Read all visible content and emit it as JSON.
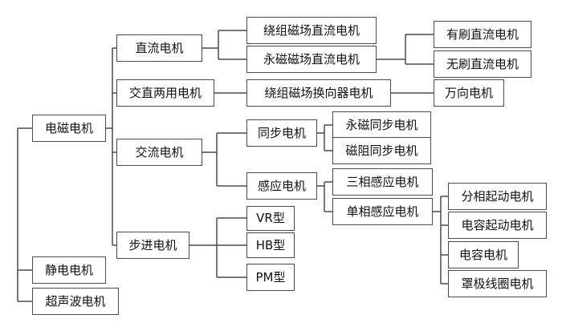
{
  "nodes": {
    "root": "电磁电机",
    "dc_motor": "直流电机",
    "ac_dc_motor": "交直两用电机",
    "ac_motor": "交流电机",
    "stepper_motor": "步进电机",
    "electrostatic_motor": "静电电机",
    "ultrasonic_motor": "超声波电机",
    "wound_field_dc": "绕组磁场直流电机",
    "pm_field_dc": "永磁磁场直流电机",
    "brushed_dc": "有刷直流电机",
    "brushless_dc": "无刷直流电机",
    "wound_commutator": "绕组磁场换向器电机",
    "universal_motor": "万向电机",
    "synchronous_motor": "同步电机",
    "induction_motor": "感应电机",
    "pm_synchronous": "永磁同步电机",
    "reluctance_synchronous": "磁阻同步电机",
    "three_phase_induction": "三相感应电机",
    "single_phase_induction": "单相感应电机",
    "split_phase_start": "分相起动电机",
    "capacitor_start": "电容起动电机",
    "capacitor_motor": "电容电机",
    "shaded_pole": "罩极线圈电机",
    "vr_type": "VR型",
    "hb_type": "HB型",
    "pm_type": "PM型"
  }
}
